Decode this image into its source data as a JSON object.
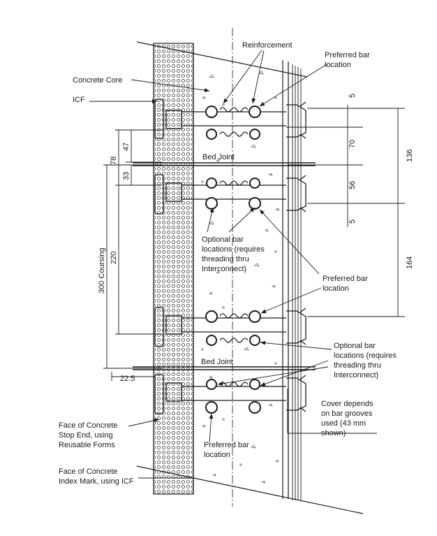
{
  "labels": {
    "reinforcement": "Reinforcement",
    "preferred_top": [
      "Preferred bar",
      "location"
    ],
    "concrete_core": "Concrete Core",
    "icf": "ICF",
    "bed_joint_1": "Bed Joint",
    "bed_joint_2": "Bed Joint",
    "optional_left": [
      "Optional bar",
      "locations (requires",
      "threading thru",
      "Interconnect)"
    ],
    "preferred_mid": [
      "Preferred bar",
      "location"
    ],
    "optional_right": [
      "Optional bar",
      "locations (requires",
      "threading thru",
      "Interconnect)"
    ],
    "cover": [
      "Cover depends",
      "on bar grooves",
      "used (43 mm",
      "shown)"
    ],
    "face_stop": [
      "Face of Concrete",
      "Stop End, using",
      "Reusable Forms"
    ],
    "preferred_bottom": [
      "Preferred bar",
      "location"
    ],
    "face_index": [
      "Face of Concrete",
      "Index Mark, using ICF"
    ]
  },
  "dimensions": {
    "d78": "78",
    "d47": "47",
    "d33": "33",
    "coursing": "300 Coursing",
    "d220": "220",
    "d22_5": "22.5",
    "d5_top": "5",
    "d70": "70",
    "d56": "56",
    "d5_bottom": "5",
    "d136": "136",
    "d164": "164"
  }
}
